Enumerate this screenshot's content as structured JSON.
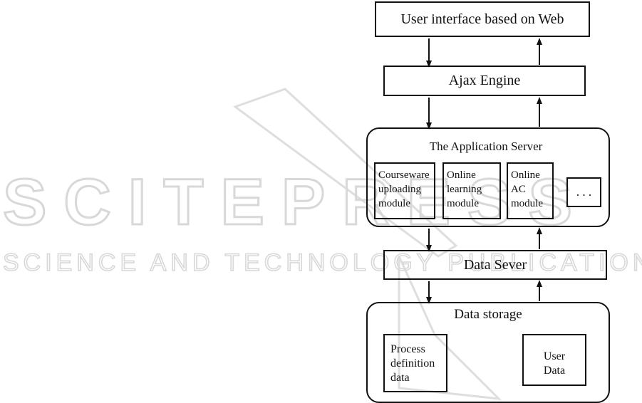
{
  "watermark": {
    "brand": "SCITEPRESS",
    "tagline": "SCIENCE AND TECHNOLOGY PUBLICATIONS"
  },
  "diagram": {
    "ui_box": "User interface based on Web",
    "ajax_box": "Ajax Engine",
    "app_server": {
      "title": "The Application Server",
      "modules": [
        {
          "line1": "Courseware",
          "line2": "uploading",
          "line3": "module"
        },
        {
          "line1": "Online",
          "line2": "learning",
          "line3": "module"
        },
        {
          "line1": "Online",
          "line2": "AC",
          "line3": "module"
        }
      ],
      "more": ". . ."
    },
    "data_server": "Data Sever",
    "storage": {
      "title": "Data storage",
      "process": {
        "line1": "Process",
        "line2": "definition",
        "line3": "data"
      },
      "user": {
        "line1": "User",
        "line2": "Data"
      }
    }
  }
}
